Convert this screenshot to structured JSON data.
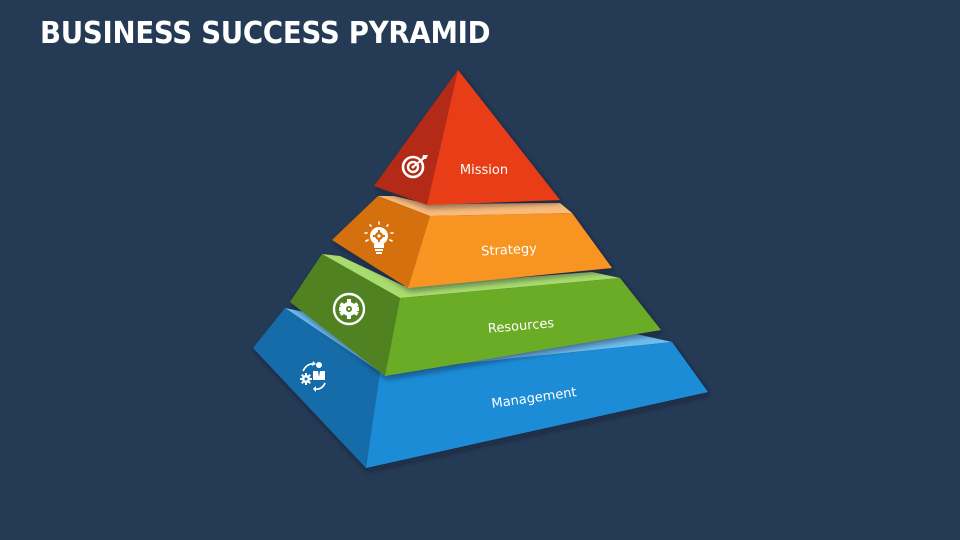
{
  "slide": {
    "title": "BUSINESS SUCCESS PYRAMID",
    "background": "#253a54"
  },
  "pyramid": {
    "levels": [
      {
        "label": "Mission",
        "icon": "target-icon",
        "front": "#e83d15",
        "side": "#b32a12",
        "top": null
      },
      {
        "label": "Strategy",
        "icon": "lightbulb-gear-icon",
        "front": "#f79423",
        "side": "#d4700a",
        "top": "#fbbb7a"
      },
      {
        "label": "Resources",
        "icon": "gear-circle-icon",
        "front": "#6aac26",
        "side": "#518220",
        "top": "#a8dc6e"
      },
      {
        "label": "Management",
        "icon": "person-gear-cycle-icon",
        "front": "#1b8cd6",
        "side": "#146ca8",
        "top": "#6ebdee"
      }
    ]
  }
}
